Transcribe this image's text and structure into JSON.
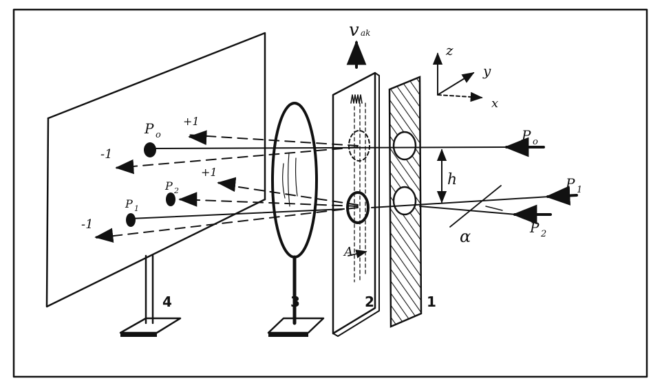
{
  "labels": {
    "v_label": "v",
    "v_sub": "ak",
    "axis_z": "z",
    "axis_y": "y",
    "axis_x": "x",
    "beam_p0": "P",
    "beam_p0_sub": "o",
    "beam_p1": "P",
    "beam_p1_sub": "1",
    "beam_p2": "P",
    "beam_p2_sub": "2",
    "spot_p0": "P",
    "spot_p0_sub": "o",
    "spot_p2": "P",
    "spot_p2_sub": "2",
    "spot_p1": "P",
    "spot_p1_sub": "1",
    "order_plus1_top": "+1",
    "order_minus1_left": "-1",
    "order_plus1_mid": "+1",
    "order_minus1_bottom": "-1",
    "distance_h": "h",
    "angle_alpha": "α",
    "marker_A": "A",
    "component_4": "4",
    "component_3": "3",
    "component_2": "2",
    "component_1": "1"
  },
  "colors": {
    "ink": "#111111",
    "paper": "#ffffff"
  }
}
